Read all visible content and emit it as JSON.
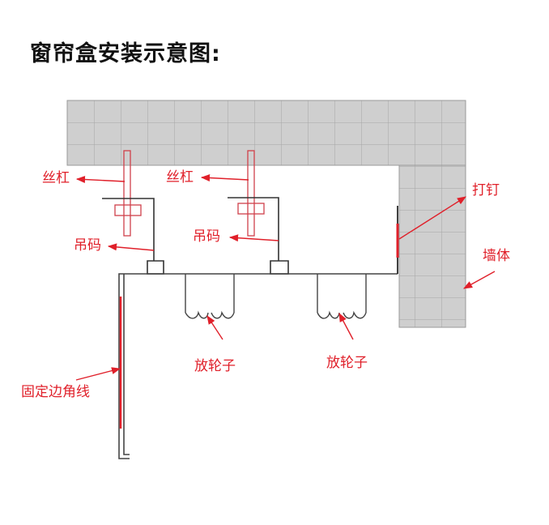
{
  "title": "窗帘盒安装示意图:",
  "labels": {
    "screw_rod_left": "丝杠",
    "screw_rod_right": "丝杠",
    "hanger_left": "吊码",
    "hanger_right": "吊码",
    "nail": "打钉",
    "wall": "墙体",
    "pulley_left": "放轮子",
    "pulley_right": "放轮子",
    "corner_line": "固定边角线"
  },
  "colors": {
    "label_red": "#e0202a",
    "tile_fill": "#cfcfcf",
    "tile_grid": "#a5a5a5",
    "outline": "#555555"
  }
}
